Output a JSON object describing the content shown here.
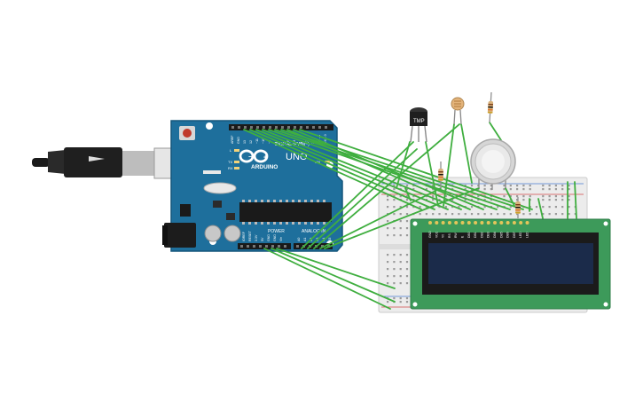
{
  "arduino": {
    "brand": "ARDUINO",
    "model": "UNO",
    "digital_label": "DIGITAL (PWM~)",
    "power_label": "POWER",
    "analog_label": "ANALOG IN",
    "led_labels": [
      "L",
      "TX",
      "RX"
    ],
    "on_label": "ON",
    "top_pin_labels": [
      "AREF",
      "GND",
      "13",
      "12",
      "~11",
      "~10",
      "~9",
      "8",
      "7",
      "~6",
      "~5",
      "4",
      "~3",
      "2",
      "TX→1",
      "RX←0"
    ],
    "power_pin_labels": [
      "IOREF",
      "RESET",
      "3.3V",
      "5V",
      "GND",
      "GND",
      "Vin"
    ],
    "analog_pin_labels": [
      "A0",
      "A1",
      "A2",
      "A3",
      "A4",
      "A5"
    ]
  },
  "temp_sensor": {
    "label": "TMP"
  },
  "lcd": {
    "pin_labels": [
      "GND",
      "VCC",
      "V0",
      "RS",
      "RW",
      "E",
      "DB0",
      "DB1",
      "DB2",
      "DB3",
      "DB4",
      "DB5",
      "DB6",
      "DB7",
      "LED",
      "LED"
    ]
  },
  "colors": {
    "board": "#1e6f9c",
    "wire": "#3fae3f",
    "lcd_pcb": "#3d9a5a",
    "lcd_screen": "#1b2b4a"
  }
}
